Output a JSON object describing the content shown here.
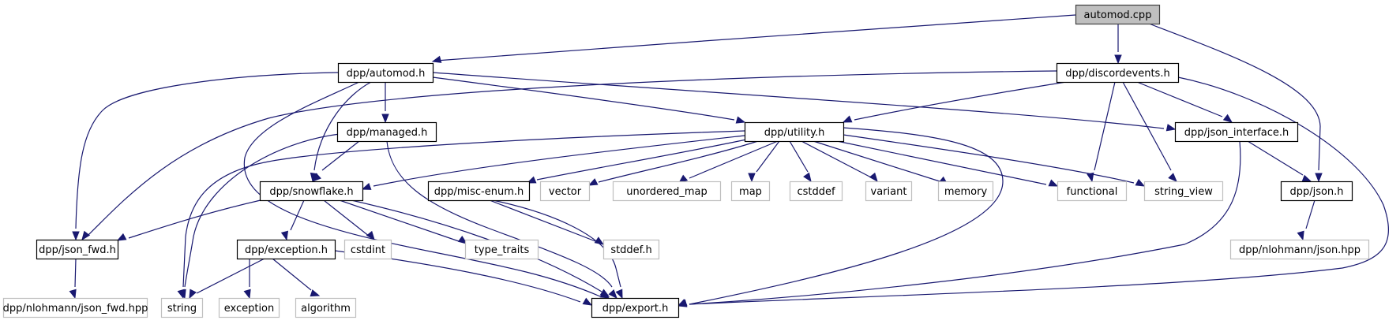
{
  "title": "automod.cpp include dependency graph",
  "colors": {
    "edge": "#191970",
    "root_fill": "#bfbfbf",
    "root_border": "#404040",
    "documented_border": "#000000",
    "documented_fill": "#ffffff",
    "external_border": "#bfbfbf",
    "external_fill": "#ffffff"
  },
  "nodes": [
    {
      "id": "automod_cpp",
      "label": "automod.cpp",
      "kind": "root"
    },
    {
      "id": "automod_h",
      "label": "dpp/automod.h",
      "kind": "documented"
    },
    {
      "id": "discordevents_h",
      "label": "dpp/discordevents.h",
      "kind": "documented"
    },
    {
      "id": "managed_h",
      "label": "dpp/managed.h",
      "kind": "documented"
    },
    {
      "id": "utility_h",
      "label": "dpp/utility.h",
      "kind": "documented"
    },
    {
      "id": "json_interface_h",
      "label": "dpp/json_interface.h",
      "kind": "documented"
    },
    {
      "id": "snowflake_h",
      "label": "dpp/snowflake.h",
      "kind": "documented"
    },
    {
      "id": "misc_enum_h",
      "label": "dpp/misc-enum.h",
      "kind": "documented"
    },
    {
      "id": "vector",
      "label": "vector",
      "kind": "external"
    },
    {
      "id": "unordered_map",
      "label": "unordered_map",
      "kind": "external"
    },
    {
      "id": "map",
      "label": "map",
      "kind": "external"
    },
    {
      "id": "cstddef",
      "label": "cstddef",
      "kind": "external"
    },
    {
      "id": "variant",
      "label": "variant",
      "kind": "external"
    },
    {
      "id": "memory",
      "label": "memory",
      "kind": "external"
    },
    {
      "id": "functional",
      "label": "functional",
      "kind": "external"
    },
    {
      "id": "string_view",
      "label": "string_view",
      "kind": "external"
    },
    {
      "id": "json_h",
      "label": "dpp/json.h",
      "kind": "documented"
    },
    {
      "id": "json_fwd_h",
      "label": "dpp/json_fwd.h",
      "kind": "documented"
    },
    {
      "id": "exception_h",
      "label": "dpp/exception.h",
      "kind": "documented"
    },
    {
      "id": "cstdint",
      "label": "cstdint",
      "kind": "external"
    },
    {
      "id": "type_traits",
      "label": "type_traits",
      "kind": "external"
    },
    {
      "id": "stddef_h",
      "label": "stddef.h",
      "kind": "external"
    },
    {
      "id": "nlohmann_json_hpp",
      "label": "dpp/nlohmann/json.hpp",
      "kind": "external"
    },
    {
      "id": "nlohmann_json_fwd_hpp",
      "label": "dpp/nlohmann/json_fwd.hpp",
      "kind": "external"
    },
    {
      "id": "string",
      "label": "string",
      "kind": "external"
    },
    {
      "id": "exception",
      "label": "exception",
      "kind": "external"
    },
    {
      "id": "algorithm",
      "label": "algorithm",
      "kind": "external"
    },
    {
      "id": "export_h",
      "label": "dpp/export.h",
      "kind": "documented"
    }
  ],
  "edges": [
    {
      "from": "automod_cpp",
      "to": "automod_h"
    },
    {
      "from": "automod_cpp",
      "to": "discordevents_h"
    },
    {
      "from": "automod_cpp",
      "to": "json_h"
    },
    {
      "from": "automod_h",
      "to": "json_fwd_h"
    },
    {
      "from": "automod_h",
      "to": "managed_h"
    },
    {
      "from": "automod_h",
      "to": "snowflake_h"
    },
    {
      "from": "automod_h",
      "to": "utility_h"
    },
    {
      "from": "automod_h",
      "to": "json_interface_h"
    },
    {
      "from": "automod_h",
      "to": "export_h"
    },
    {
      "from": "discordevents_h",
      "to": "json_fwd_h"
    },
    {
      "from": "discordevents_h",
      "to": "utility_h"
    },
    {
      "from": "discordevents_h",
      "to": "json_interface_h"
    },
    {
      "from": "discordevents_h",
      "to": "functional"
    },
    {
      "from": "discordevents_h",
      "to": "string_view"
    },
    {
      "from": "discordevents_h",
      "to": "export_h"
    },
    {
      "from": "managed_h",
      "to": "snowflake_h"
    },
    {
      "from": "managed_h",
      "to": "string"
    },
    {
      "from": "managed_h",
      "to": "export_h"
    },
    {
      "from": "utility_h",
      "to": "snowflake_h"
    },
    {
      "from": "utility_h",
      "to": "misc_enum_h"
    },
    {
      "from": "utility_h",
      "to": "vector"
    },
    {
      "from": "utility_h",
      "to": "unordered_map"
    },
    {
      "from": "utility_h",
      "to": "map"
    },
    {
      "from": "utility_h",
      "to": "cstddef"
    },
    {
      "from": "utility_h",
      "to": "variant"
    },
    {
      "from": "utility_h",
      "to": "memory"
    },
    {
      "from": "utility_h",
      "to": "functional"
    },
    {
      "from": "utility_h",
      "to": "string_view"
    },
    {
      "from": "utility_h",
      "to": "string"
    },
    {
      "from": "utility_h",
      "to": "export_h"
    },
    {
      "from": "json_interface_h",
      "to": "json_h"
    },
    {
      "from": "json_interface_h",
      "to": "export_h"
    },
    {
      "from": "snowflake_h",
      "to": "json_fwd_h"
    },
    {
      "from": "snowflake_h",
      "to": "exception_h"
    },
    {
      "from": "snowflake_h",
      "to": "cstdint"
    },
    {
      "from": "snowflake_h",
      "to": "type_traits"
    },
    {
      "from": "snowflake_h",
      "to": "export_h"
    },
    {
      "from": "misc_enum_h",
      "to": "stddef_h"
    },
    {
      "from": "misc_enum_h",
      "to": "export_h"
    },
    {
      "from": "json_h",
      "to": "nlohmann_json_hpp"
    },
    {
      "from": "json_fwd_h",
      "to": "nlohmann_json_fwd_hpp"
    },
    {
      "from": "exception_h",
      "to": "string"
    },
    {
      "from": "exception_h",
      "to": "exception"
    },
    {
      "from": "exception_h",
      "to": "algorithm"
    },
    {
      "from": "exception_h",
      "to": "export_h"
    }
  ]
}
